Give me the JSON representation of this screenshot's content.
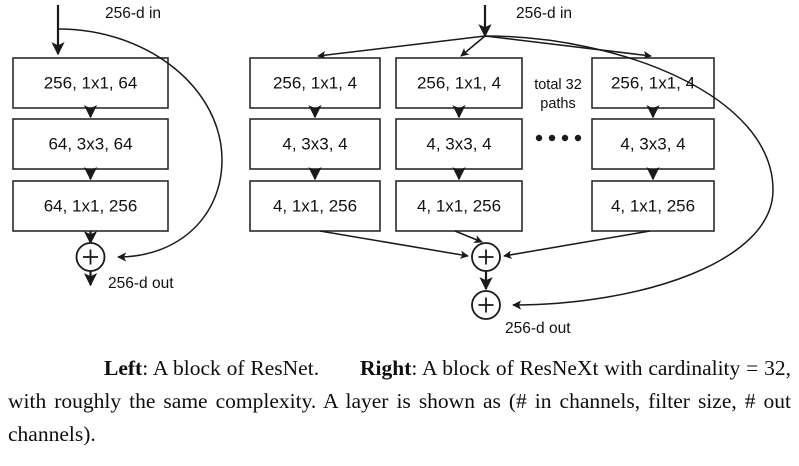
{
  "figure": {
    "left_block": {
      "name": "ResNet block",
      "input_label": "256-d in",
      "output_label": "256-d out",
      "layers": [
        "256, 1x1, 64",
        "64, 3x3, 64",
        "64, 1x1, 256"
      ],
      "merge_symbol": "+"
    },
    "right_block": {
      "name": "ResNeXt block",
      "input_label": "256-d in",
      "output_label": "256-d out",
      "side_note_line1": "total 32",
      "side_note_line2": "paths",
      "ellipsis": "....",
      "paths": [
        {
          "layers": [
            "256, 1x1, 4",
            "4, 3x3, 4",
            "4, 1x1, 256"
          ]
        },
        {
          "layers": [
            "256, 1x1, 4",
            "4, 3x3, 4",
            "4, 1x1, 256"
          ]
        },
        {
          "layers": [
            "256, 1x1, 4",
            "4, 3x3, 4",
            "4, 1x1, 256"
          ]
        }
      ],
      "merge_symbol_aggregate": "+",
      "merge_symbol_shortcut": "+"
    }
  },
  "caption": {
    "left_bold": "Left",
    "left_text": ": A block of ResNet.",
    "right_bold": "Right",
    "right_text": ": A block of ResNeXt with cardinality = 32, with roughly the same complexity. A layer is shown as (# in channels, filter size, # out channels)."
  },
  "colors": {
    "stroke": "#1a1a1a",
    "box_stroke": "#2b2b2b",
    "background": "#ffffff",
    "text": "#111111"
  }
}
